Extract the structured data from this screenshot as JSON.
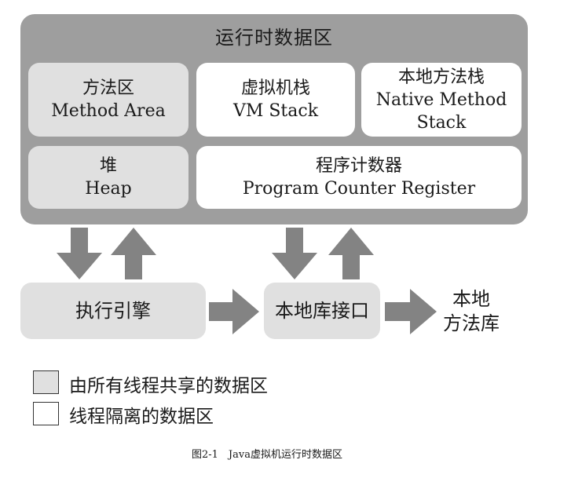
{
  "diagram": {
    "runtime_area_title": "运行时数据区",
    "method_area": {
      "zh": "方法区",
      "en": "Method Area"
    },
    "vm_stack": {
      "zh": "虚拟机栈",
      "en": "VM Stack"
    },
    "native_method_stack": {
      "zh": "本地方法栈",
      "en_line1": "Native Method",
      "en_line2": "Stack"
    },
    "heap": {
      "zh": "堆",
      "en": "Heap"
    },
    "pc_register": {
      "zh": "程序计数器",
      "en": "Program Counter Register"
    },
    "execution_engine": "执行引擎",
    "native_interface": "本地库接口",
    "native_library": {
      "line1": "本地",
      "line2": "方法库"
    }
  },
  "legend": {
    "shared": "由所有线程共享的数据区",
    "isolated": "线程隔离的数据区"
  },
  "caption": "图2-1　Java虚拟机运行时数据区",
  "colors": {
    "runtime_area_bg": "#9e9e9e",
    "shared_region": "#e0e0e0",
    "isolated_region": "#ffffff",
    "arrow": "#838383"
  }
}
